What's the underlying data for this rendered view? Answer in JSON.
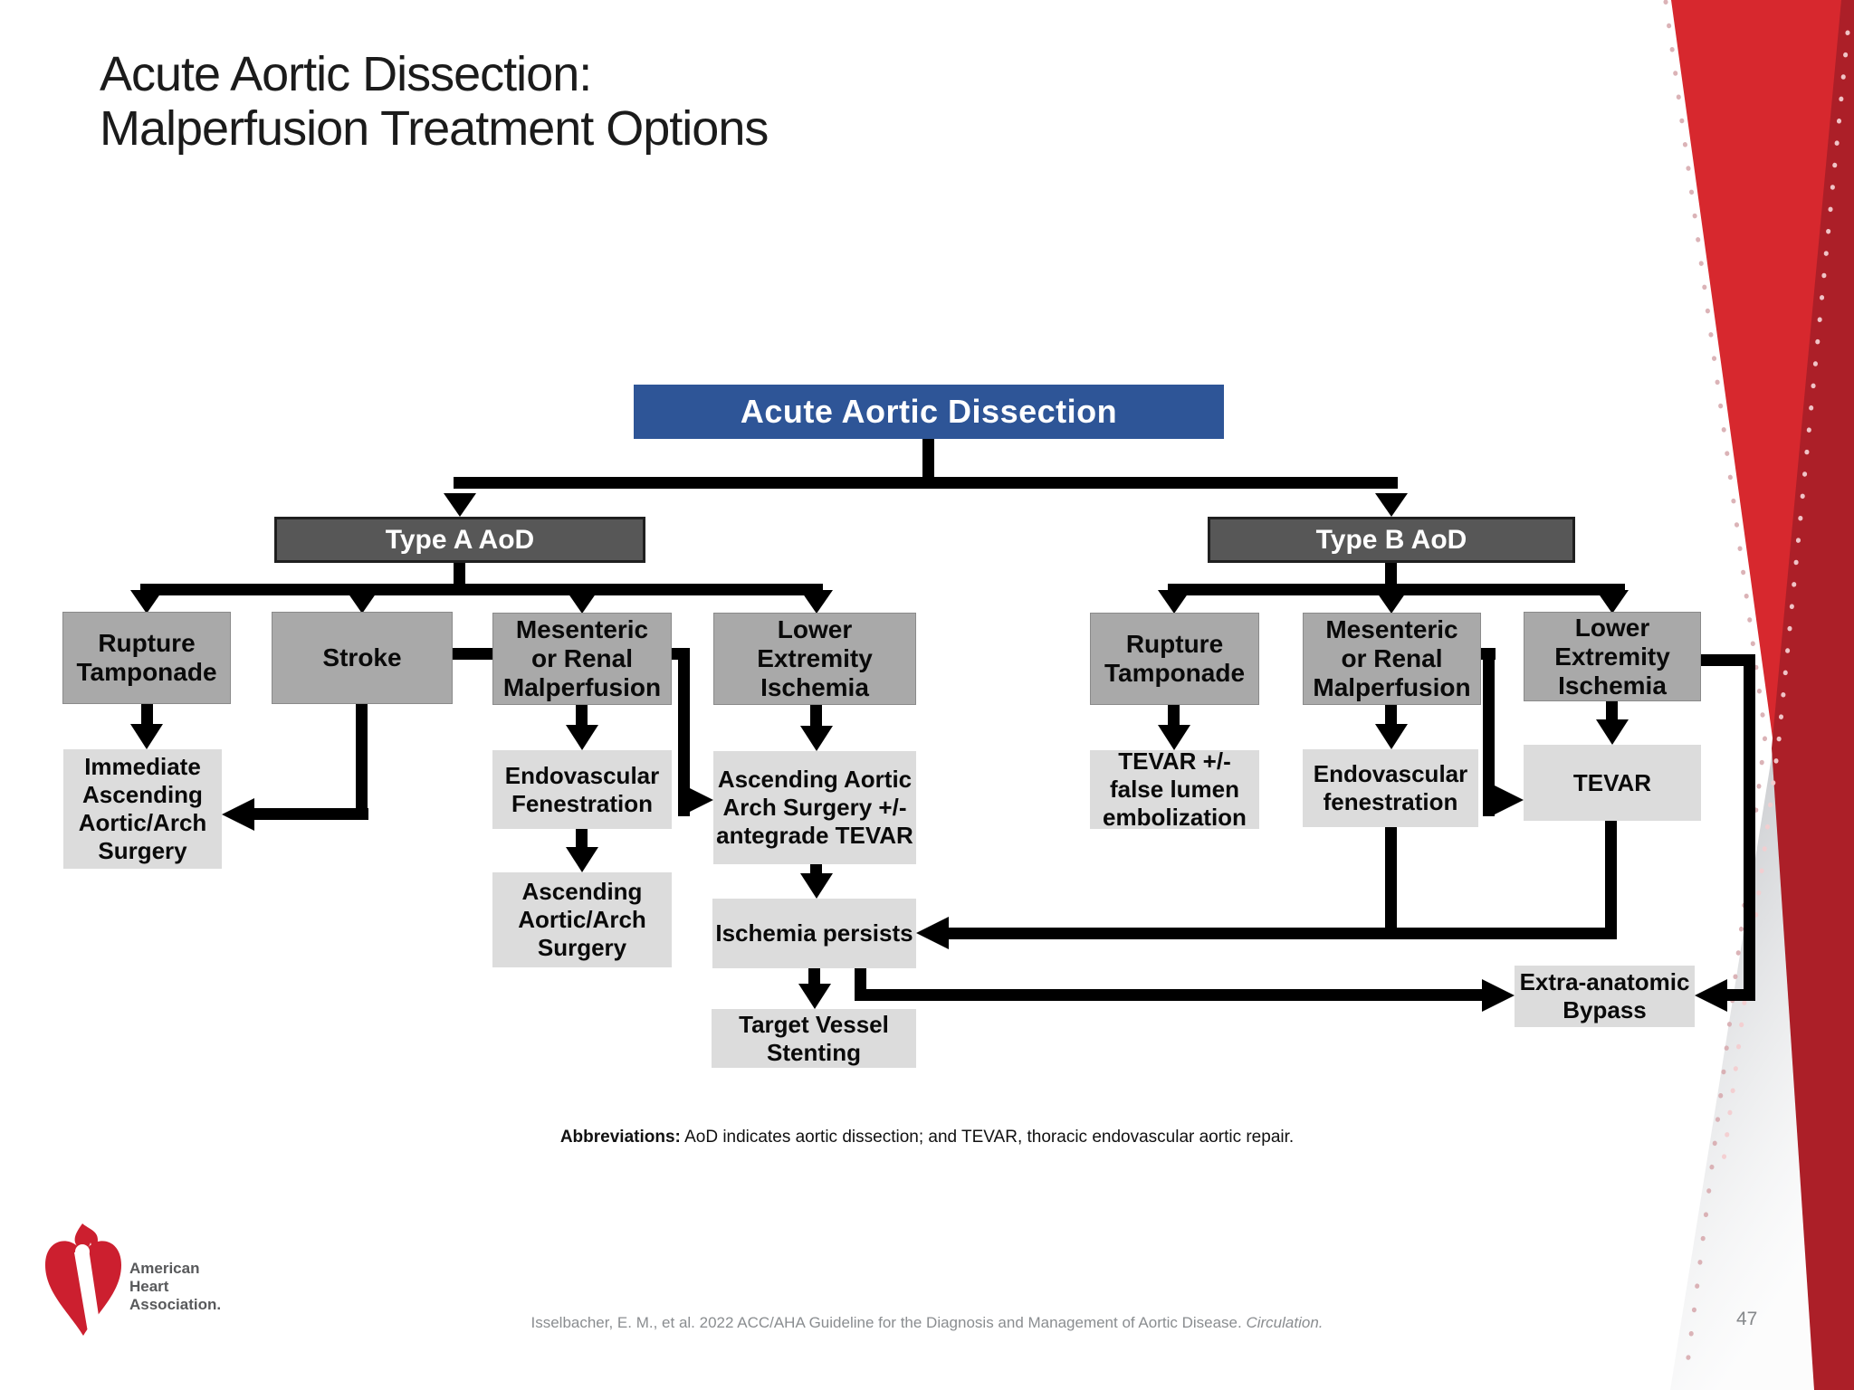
{
  "slide": {
    "title_line1": "Acute Aortic Dissection:",
    "title_line2": "Malperfusion Treatment Options",
    "page_number": "47",
    "abbreviations": {
      "label": "Abbreviations:",
      "text": " AoD indicates aortic dissection; and TEVAR, thoracic endovascular aortic repair."
    },
    "citation": {
      "text": "Isselbacher, E. M., et al. 2022 ACC/AHA Guideline for the Diagnosis and Management of Aortic Disease. ",
      "journal": "Circulation."
    },
    "logo": {
      "line1": "American",
      "line2": "Heart",
      "line3": "Association."
    }
  },
  "colors": {
    "accent_blue": "#2e5597",
    "type_box_gray": "#575757",
    "cause_box_gray": "#a9a9a9",
    "treatment_box_gray": "#dcdcdc",
    "line_black": "#000000",
    "brand_red": "#d7282e",
    "dark_red": "#ac1f28",
    "deco_silver": "#b9bcc0",
    "dot_pink_on_white": "#d7abaf",
    "dot_pink_on_red": "#f3cdd0"
  },
  "flowchart": {
    "nodes": {
      "root": {
        "label": "Acute Aortic Dissection"
      },
      "typeA": {
        "label": "Type A AoD"
      },
      "typeB": {
        "label": "Type B AoD"
      },
      "ruptureA": {
        "label": "Rupture\nTamponade"
      },
      "stroke": {
        "label": "Stroke"
      },
      "mesA": {
        "label": "Mesenteric\nor Renal\nMalperfusion"
      },
      "leiA": {
        "label": "Lower\nExtremity\nIschemia"
      },
      "immediate": {
        "label": "Immediate\nAscending\nAortic/Arch\nSurgery"
      },
      "endofenA": {
        "label": "Endovascular\nFenestration"
      },
      "ascsurg": {
        "label": "Ascending\nAortic/Arch\nSurgery"
      },
      "aaastevar": {
        "label": "Ascending Aortic\nArch Surgery +/-\nantegrade TEVAR"
      },
      "ischemia": {
        "label": "Ischemia persists"
      },
      "target": {
        "label": "Target Vessel\nStenting"
      },
      "ruptureB": {
        "label": "Rupture\nTamponade"
      },
      "mesB": {
        "label": "Mesenteric\nor Renal\nMalperfusion"
      },
      "leiB": {
        "label": "Lower\nExtremity\nIschemia"
      },
      "tevarfl": {
        "label": "TEVAR +/-\nfalse lumen\nembolization"
      },
      "endofenB": {
        "label": "Endovascular\nfenestration"
      },
      "tevarB": {
        "label": "TEVAR"
      },
      "extra": {
        "label": "Extra-anatomic\nBypass"
      }
    }
  }
}
